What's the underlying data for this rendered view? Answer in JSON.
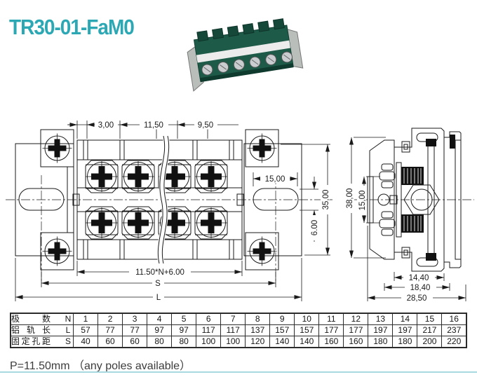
{
  "page": {
    "title": "TR30-01-FaM0",
    "footer_note": "P=11.50mm  （any poles available）",
    "accent_color": "#2ca8b4",
    "rule_color": "#a8d8e0"
  },
  "drawing": {
    "front_view": {
      "dim_wall": "3,00",
      "dim_pitch": "11,50",
      "dim_opening": "9,50",
      "dim_slot_width": "15,00",
      "dim_height": "35,00",
      "dim_slot_height": "6.00",
      "dim_body_length": "11.50*N+6.00",
      "dim_s": "S",
      "dim_l": "L"
    },
    "side_view": {
      "dim_height": "38,00",
      "dim_clamp_span": "15,00",
      "dim_width_inner": "14,40",
      "dim_width_mid": "18,40",
      "dim_width_outer": "28,50"
    }
  },
  "table": {
    "rows": [
      {
        "label": "极 数",
        "symbol": "N",
        "values": [
          "1",
          "2",
          "3",
          "4",
          "5",
          "6",
          "7",
          "8",
          "9",
          "10",
          "11",
          "12",
          "13",
          "14",
          "15",
          "16"
        ]
      },
      {
        "label": "铝 轨 长",
        "symbol": "L",
        "values": [
          "57",
          "77",
          "77",
          "97",
          "97",
          "117",
          "117",
          "137",
          "157",
          "157",
          "177",
          "177",
          "197",
          "197",
          "217",
          "237"
        ]
      },
      {
        "label": "固定孔距",
        "symbol": "S",
        "values": [
          "40",
          "60",
          "60",
          "80",
          "80",
          "100",
          "100",
          "120",
          "140",
          "140",
          "160",
          "160",
          "180",
          "180",
          "200",
          "220"
        ]
      }
    ]
  }
}
